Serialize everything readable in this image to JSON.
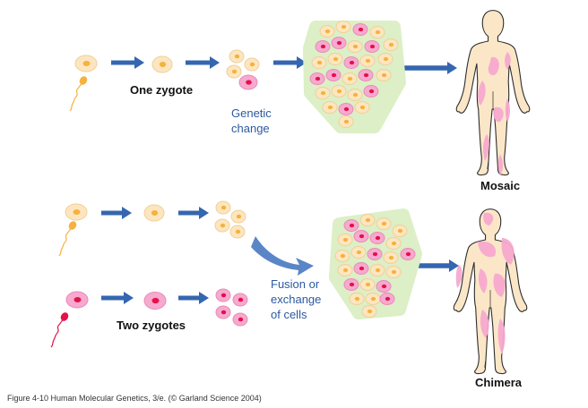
{
  "labels": {
    "one_zygote": "One zygote",
    "genetic_change_1": "Genetic",
    "genetic_change_2": "change",
    "mosaic": "Mosaic",
    "two_zygotes": "Two zygotes",
    "fusion_1": "Fusion or",
    "fusion_2": "exchange",
    "fusion_3": "of cells",
    "chimera": "Chimera"
  },
  "caption": "Figure 4-10  Human Molecular Genetics, 3/e.  (© Garland Science 2004)",
  "colors": {
    "arrow": "#3566b0",
    "egg_fill": "#fde6bf",
    "egg_nucleus": "#f4b23e",
    "pink_fill": "#f7a9cf",
    "pink_nucleus": "#e4124a",
    "skin": "#fbe7c8",
    "halo": "#dcefc6",
    "label_blue": "#2c5aa0"
  }
}
